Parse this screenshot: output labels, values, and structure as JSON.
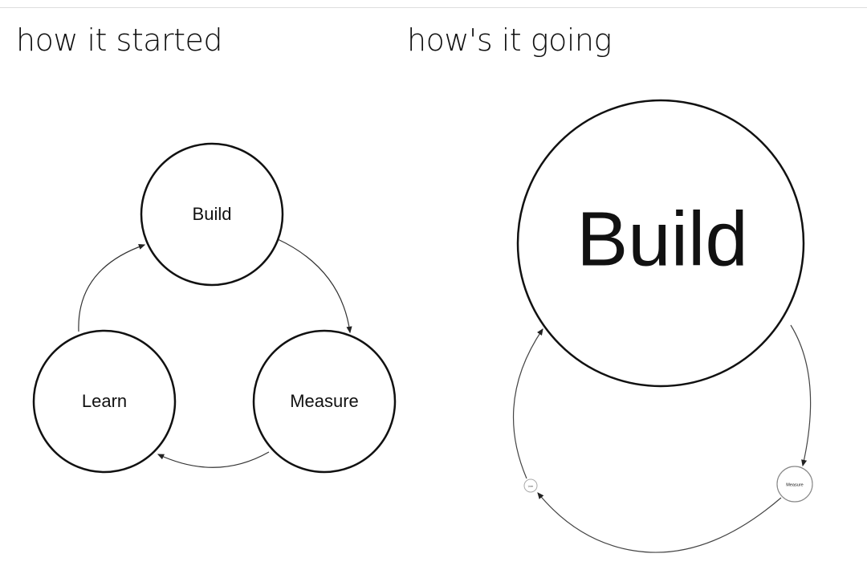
{
  "left_panel": {
    "title": "how it started",
    "nodes": {
      "build": "Build",
      "measure": "Measure",
      "learn": "Learn"
    }
  },
  "right_panel": {
    "title": "how's it going",
    "nodes": {
      "build": "Build",
      "measure": "Measure",
      "learn": "Learn"
    }
  }
}
